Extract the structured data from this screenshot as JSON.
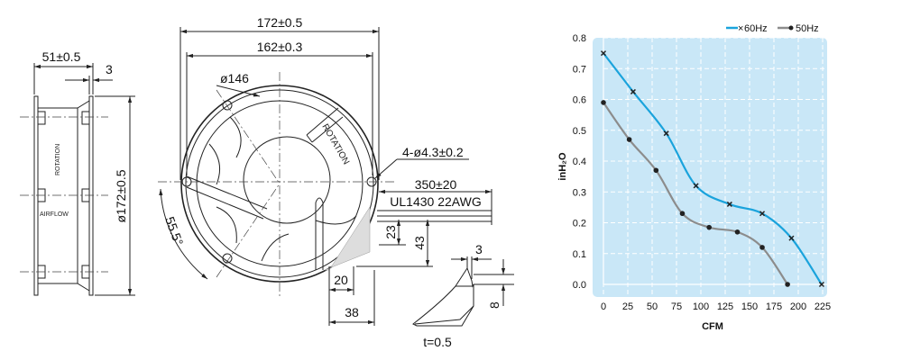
{
  "drawing": {
    "side_view": {
      "width_dim": "51±0.5",
      "flange_dim": "3",
      "diameter_dim": "ø172±0.5",
      "rotation_label": "ROTATION",
      "airflow_label": "AIRFLOW"
    },
    "front_view": {
      "outer_dim": "172±0.5",
      "hole_spacing_dim": "162±0.3",
      "inner_dim": "ø146",
      "hole_dim": "4-ø4.3±0.2",
      "angle_dim": "55.5°",
      "rotation_label": "ROTATION",
      "cable_length": "350±20",
      "cable_spec": "UL1430 22AWG",
      "dim_23": "23",
      "dim_43": "43",
      "dim_20": "20",
      "dim_38": "38"
    },
    "clip_detail": {
      "dim_3": "3",
      "dim_8": "8",
      "thickness": "t=0.5"
    }
  },
  "chart_data": {
    "type": "line",
    "xlabel": "CFM",
    "ylabel": "inH₂O",
    "xlim": [
      0,
      225
    ],
    "ylim": [
      0,
      0.8
    ],
    "xticks": [
      "0",
      "25",
      "50",
      "75",
      "100",
      "125",
      "150",
      "175",
      "200",
      "225"
    ],
    "yticks": [
      "0.0",
      "0.1",
      "0.2",
      "0.3",
      "0.4",
      "0.5",
      "0.6",
      "0.7",
      "0.8"
    ],
    "grid": true,
    "legend_position": "top-right",
    "series": [
      {
        "name": "60Hz",
        "color": "#1aa3dc",
        "marker": "x",
        "x": [
          0,
          30.5,
          64.5,
          95,
          129.5,
          163,
          193,
          224
        ],
        "y": [
          0.75,
          0.625,
          0.49,
          0.32,
          0.26,
          0.23,
          0.15,
          0.0
        ]
      },
      {
        "name": "50Hz",
        "color": "#8c8c8c",
        "marker": "dot",
        "x": [
          0,
          26.5,
          54,
          81,
          108.5,
          137.5,
          163,
          189
        ],
        "y": [
          0.59,
          0.47,
          0.37,
          0.23,
          0.185,
          0.17,
          0.12,
          0.0
        ]
      }
    ]
  }
}
